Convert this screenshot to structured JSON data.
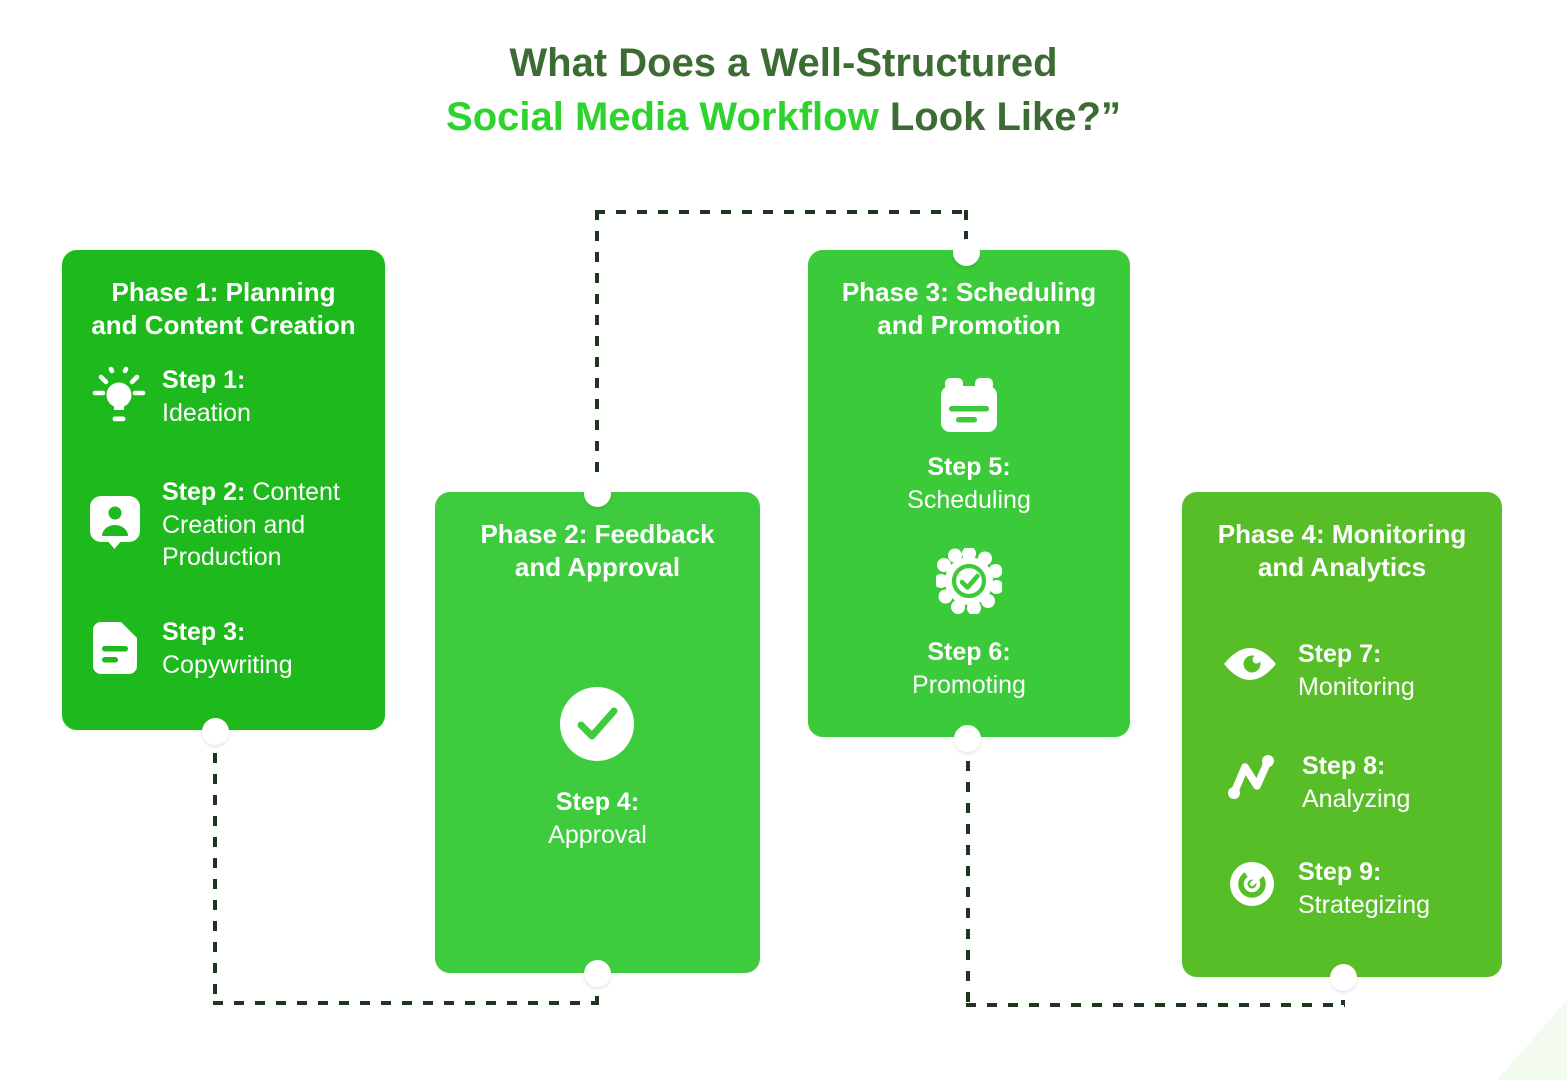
{
  "title": {
    "prefix": "What Does a Well-Structured",
    "highlight": "Social Media Workflow",
    "suffix": "Look Like?”"
  },
  "colors": {
    "title_dark": "#3c6b33",
    "title_highlight": "#2ed32e",
    "phase1_bg": "#1db91d",
    "phase2_bg": "#3ecc3e",
    "phase3_bg": "#3aca3a",
    "phase4_bg": "#58be28",
    "card_text": "#ffffff",
    "connector": "#1d361d"
  },
  "phases": [
    {
      "title_line1": "Phase 1: Planning",
      "title_line2": "and Content Creation",
      "steps": [
        {
          "label": "Step 1:",
          "text": "Ideation",
          "icon": "lightbulb-icon"
        },
        {
          "label": "Step 2:",
          "text": "Content Creation and Production",
          "icon": "person-bubble-icon"
        },
        {
          "label": "Step 3:",
          "text": "Copywriting",
          "icon": "document-icon"
        }
      ]
    },
    {
      "title_line1": "Phase 2: Feedback",
      "title_line2": "and Approval",
      "steps": [
        {
          "label": "Step 4:",
          "text": "Approval",
          "icon": "check-circle-icon"
        }
      ]
    },
    {
      "title_line1": "Phase 3: Scheduling",
      "title_line2": "and Promotion",
      "steps": [
        {
          "label": "Step 5:",
          "text": "Scheduling",
          "icon": "calendar-icon"
        },
        {
          "label": "Step 6:",
          "text": "Promoting",
          "icon": "badge-check-icon"
        }
      ]
    },
    {
      "title_line1": "Phase 4: Monitoring",
      "title_line2": "and Analytics",
      "steps": [
        {
          "label": "Step 7:",
          "text": "Monitoring",
          "icon": "eye-icon"
        },
        {
          "label": "Step 8:",
          "text": "Analyzing",
          "icon": "trend-icon"
        },
        {
          "label": "Step 9:",
          "text": "Strategizing",
          "icon": "target-icon"
        }
      ]
    }
  ]
}
